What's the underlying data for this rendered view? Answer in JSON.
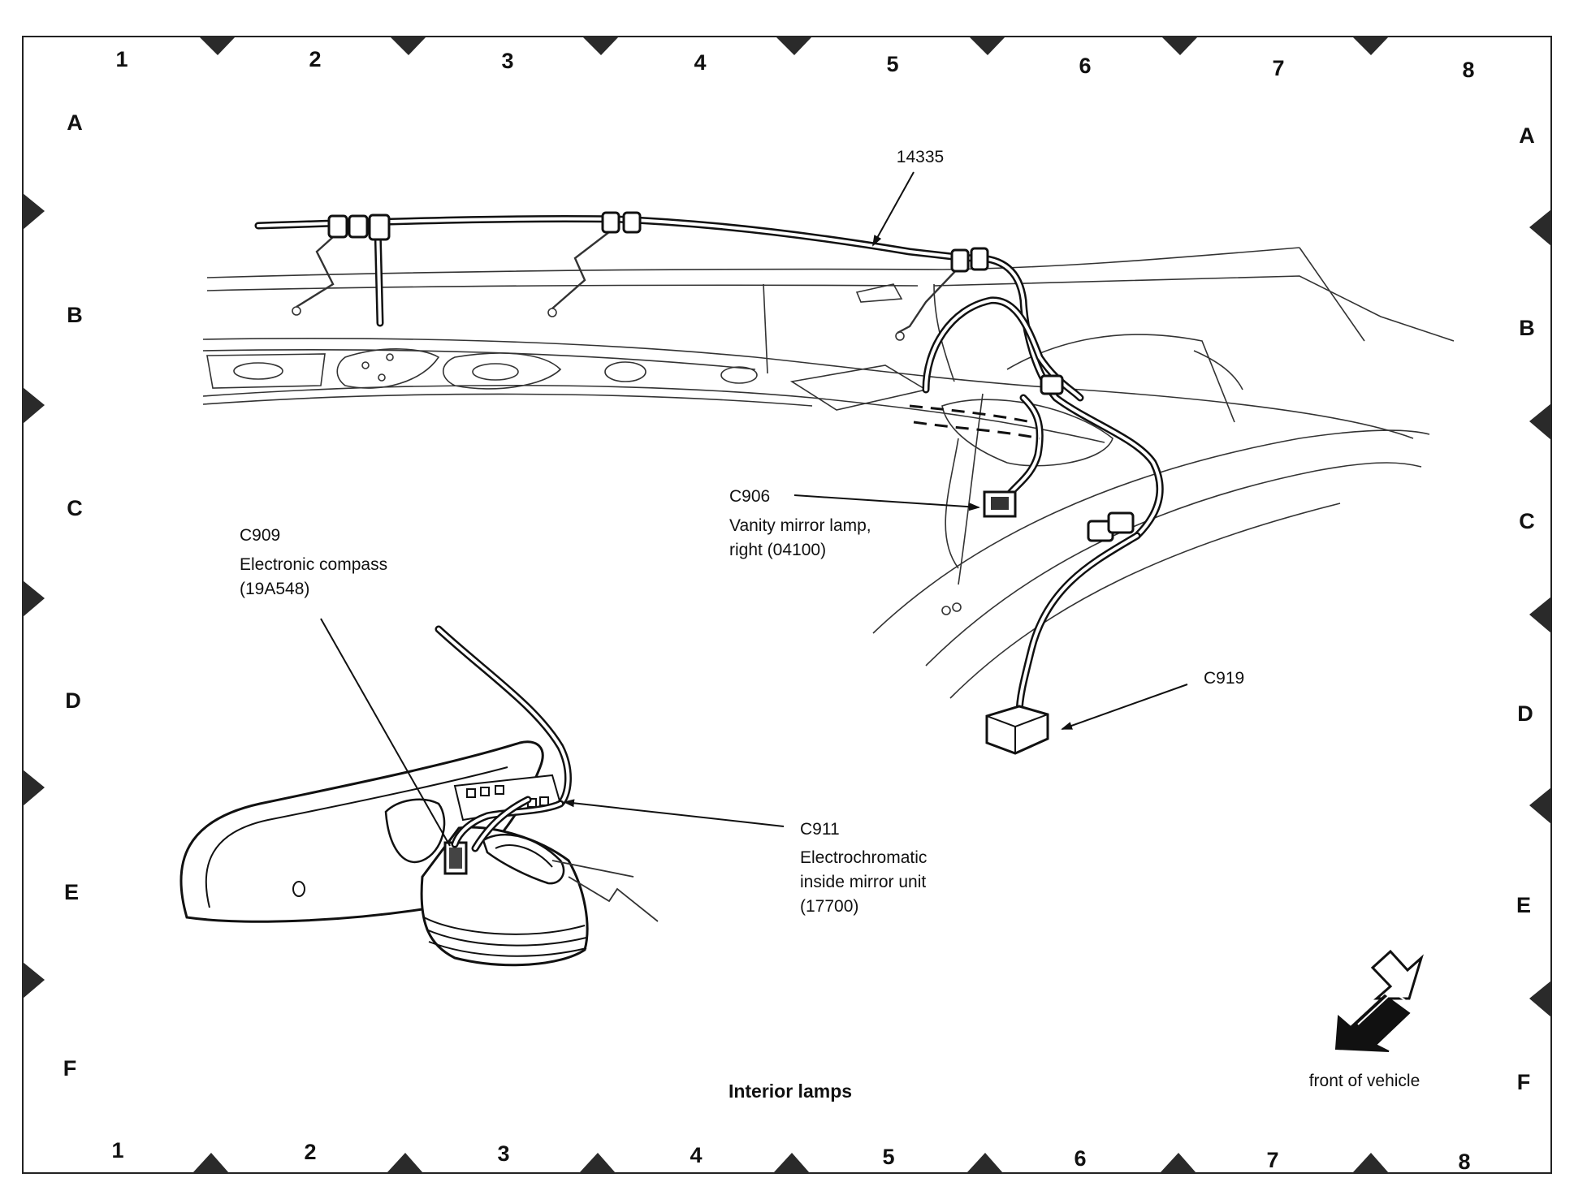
{
  "grid": {
    "columns": [
      "1",
      "2",
      "3",
      "4",
      "5",
      "6",
      "7",
      "8"
    ],
    "rows": [
      "A",
      "B",
      "C",
      "D",
      "E",
      "F"
    ]
  },
  "callouts": {
    "harness": "14335",
    "c906": {
      "id": "C906",
      "line1": "Vanity mirror lamp,",
      "line2": "right (04100)"
    },
    "c909": {
      "id": "C909",
      "line1": "Electronic compass",
      "line2": "(19A548)"
    },
    "c919": {
      "id": "C919"
    },
    "c911": {
      "id": "C911",
      "line1": "Electrochromatic",
      "line2": "inside mirror unit",
      "line3": "(17700)"
    }
  },
  "caption": "Interior lamps",
  "orientation": {
    "label": "front of vehicle"
  },
  "colors": {
    "ink": "#111111",
    "tick": "#2a2a2a",
    "paper": "#ffffff"
  }
}
